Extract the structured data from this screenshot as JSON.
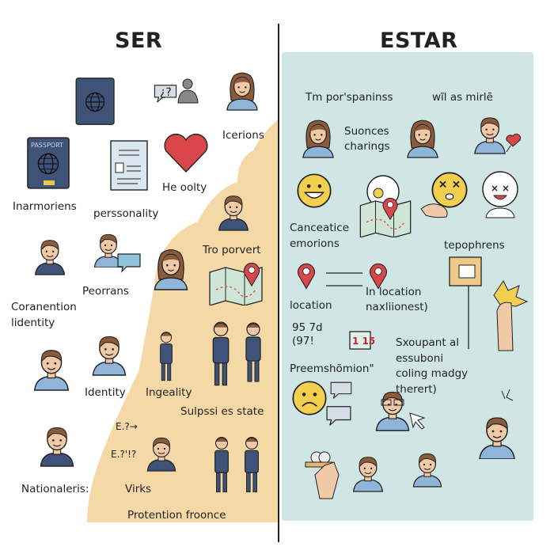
{
  "headings": {
    "ser": "SER",
    "estar": "ESTAR"
  },
  "colors": {
    "ser_blob": "#f4d9a6",
    "estar_panel": "#cfe6e4",
    "pin": "#d9474b",
    "heart": "#d9474b",
    "navy": "#3f5278",
    "shirt": "#8fb5d8",
    "hair": "#8a5a3a",
    "emoji": "#f2cf4e"
  },
  "ser": {
    "passport_text": "PASSPORT",
    "labels": {
      "icerions": "Icerions",
      "he_oolty": "He oolty",
      "inarmoriens": "Inarmoriens",
      "perssonality": "perssonality",
      "tro_porvert": "Tro  porvert",
      "peorrans": "Peorrans",
      "coranention_identity": "Coranention\n lidentity",
      "identity": "Identity",
      "ingeality": "Ingeality",
      "sulpssi_state": "Sulpssi es state",
      "e1": "E.?→",
      "e2": "E.?'!?",
      "nationaleris": "Nationaleris:",
      "virks": "Virks",
      "protention_froonce": "Protention froonce"
    }
  },
  "estar": {
    "labels": {
      "tm_por_spaninss": "Tm por'spaninss",
      "wil_as_mirle": "wĩl as  mirlē",
      "suonces_charings": "Suonces\ncharings",
      "canceatice_emorions": "Canceatice\nemorions",
      "tepophrens": "tepophrens",
      "location": "location",
      "in_location": "In  location\nnaxliionest)",
      "numbers": "95 7d\n (97!",
      "sign": "1 15",
      "preemshomion": "Preemshõmion\"",
      "sxoupantal": "Sxoupant al\n      essuboni\n      coling  madgy\n      therert)"
    }
  }
}
